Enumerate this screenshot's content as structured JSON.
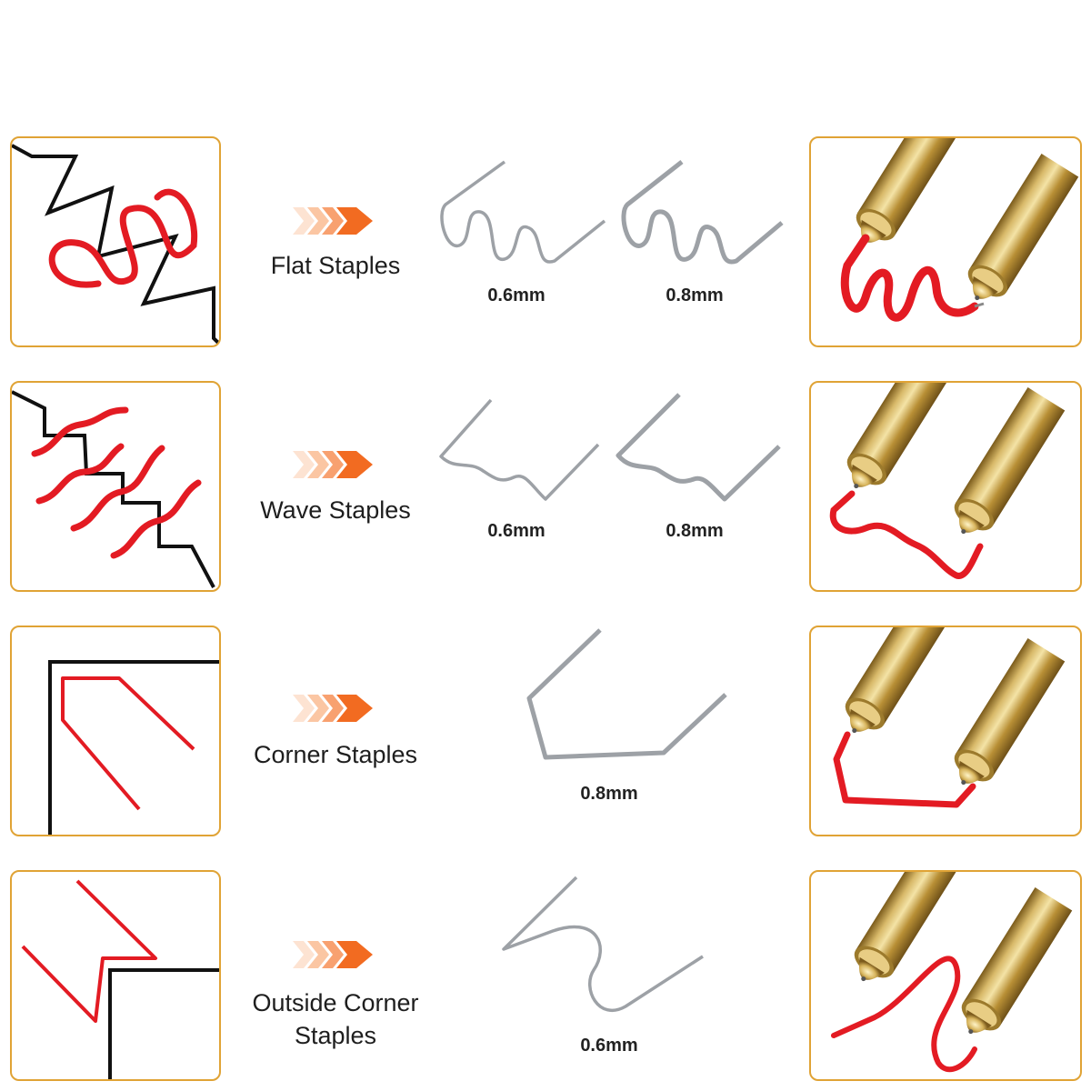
{
  "colors": {
    "border": "#e0a335",
    "wire_red": "#e31b23",
    "wire_black": "#111111",
    "steel": "#b9bcc0",
    "brass": "#c9a64a",
    "arrow": "#f26b21"
  },
  "rows": [
    {
      "label": "Flat Staples",
      "sizes": [
        "0.6mm",
        "0.8mm"
      ]
    },
    {
      "label": "Wave Staples",
      "sizes": [
        "0.6mm",
        "0.8mm"
      ]
    },
    {
      "label": "Corner Staples",
      "sizes": [
        "0.8mm"
      ]
    },
    {
      "label": "Outside Corner\nStaples",
      "sizes": [
        "0.6mm"
      ]
    }
  ]
}
